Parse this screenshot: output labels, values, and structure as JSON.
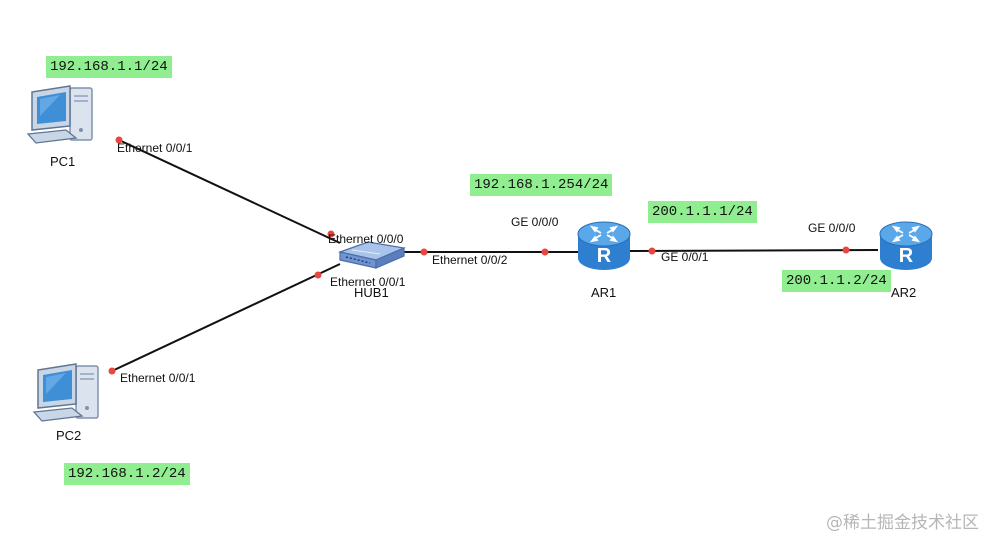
{
  "colors": {
    "ip_label_bg": "#90ee90",
    "link_line": "#111111",
    "port_dot": "#e8473f",
    "router_body": "#3a8fdc",
    "pc_body": "#c9d6e6",
    "hub_body": "#6f94cf"
  },
  "ip_labels": {
    "pc1": "192.168.1.1/24",
    "pc2": "192.168.1.2/24",
    "ar1_g0": "192.168.1.254/24",
    "ar1_g1": "200.1.1.1/24",
    "ar2_g0": "200.1.1.2/24"
  },
  "nodes": {
    "pc1": {
      "name": "PC1",
      "icon": "pc-icon"
    },
    "pc2": {
      "name": "PC2",
      "icon": "pc-icon"
    },
    "hub1": {
      "name": "HUB1",
      "icon": "hub-icon"
    },
    "ar1": {
      "name": "AR1",
      "icon": "router-icon"
    },
    "ar2": {
      "name": "AR2",
      "icon": "router-icon"
    }
  },
  "ports": {
    "pc1_eth": "Ethernet 0/0/1",
    "pc2_eth": "Ethernet 0/0/1",
    "hub_eth0": "Ethernet 0/0/0",
    "hub_eth1": "Ethernet 0/0/1",
    "hub_eth2": "Ethernet 0/0/2",
    "ar1_ge0": "GE 0/0/0",
    "ar1_ge1": "GE 0/0/1",
    "ar2_ge0": "GE 0/0/0"
  },
  "router_letter": "R",
  "watermark": "@稀土掘金技术社区"
}
